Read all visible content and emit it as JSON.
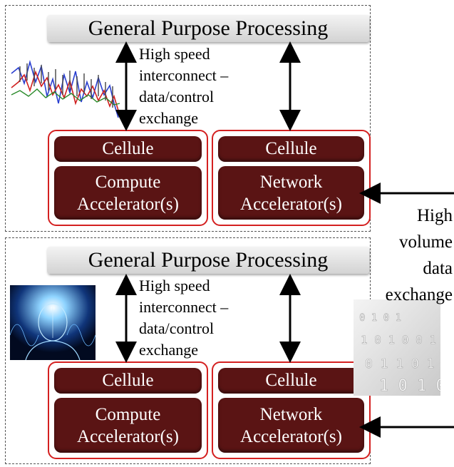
{
  "panels": [
    {
      "header": "General Purpose Processing",
      "interconnect": [
        "High speed",
        "interconnect –",
        "data/control",
        "exchange"
      ],
      "left_cellule": "Cellule",
      "left_accelerator": [
        "Compute",
        "Accelerator(s)"
      ],
      "right_cellule": "Cellule",
      "right_accelerator": [
        "Network",
        "Accelerator(s)"
      ]
    },
    {
      "header": "General Purpose Processing",
      "interconnect": [
        "High speed",
        "interconnect –",
        "data/control",
        "exchange"
      ],
      "left_cellule": "Cellule",
      "left_accelerator": [
        "Compute",
        "Accelerator(s)"
      ],
      "right_cellule": "Cellule",
      "right_accelerator": [
        "Network",
        "Accelerator(s)"
      ]
    }
  ],
  "side_label": [
    "High",
    "volume",
    "data",
    "exchange"
  ],
  "binary_digits": [
    "0 1 0 1",
    "1 0 1 0 0 1",
    "0 1 1 0 1 0",
    "1 0 1 0"
  ],
  "colors": {
    "cellule_fill": "#5a1414",
    "group_border": "#d42020",
    "chart_lines": [
      "#2a3fd0",
      "#d02020",
      "#2a8a2a"
    ]
  },
  "images": {
    "top": "stock-chart-image",
    "bottom": "head-hologram-image",
    "side": "binary-data-image"
  }
}
